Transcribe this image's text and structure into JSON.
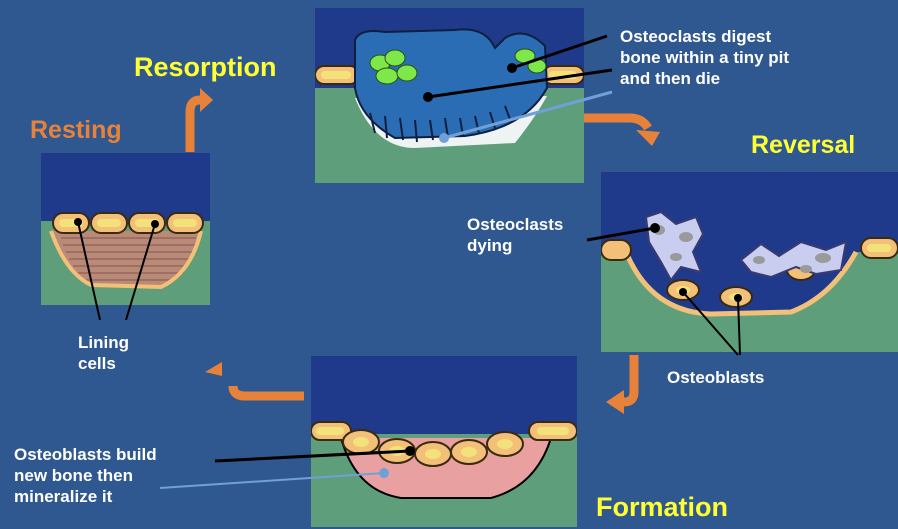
{
  "phases": {
    "resorption": "Resorption",
    "resting": "Resting",
    "reversal": "Reversal",
    "formation": "Formation"
  },
  "labels": {
    "osteoclasts_digest": "Osteoclasts digest bone within a tiny pit and then die",
    "osteoclasts_digest_lines": [
      "Osteoclasts digest",
      "bone within a tiny pit",
      "and then die"
    ],
    "osteoclasts_dying_lines": [
      "Osteoclasts",
      "dying"
    ],
    "osteoblasts": "Osteoblasts",
    "lining_cells_lines": [
      "Lining",
      "cells"
    ],
    "osteoblasts_build_lines": [
      "Osteoblasts build",
      "new bone then",
      "mineralize it"
    ]
  },
  "colors": {
    "background": "#2f5790",
    "title_yellow": "#ffff33",
    "title_orange": "#e8823a",
    "arrow_orange": "#e8823a",
    "panel_top": "#1f3a8a",
    "bone_green": "#5f9e7a",
    "lining_cell": "#f2c078",
    "nucleus": "#f3e27a",
    "osteoclast_blue": "#2a6db5",
    "green_nuclei": "#7ee84a",
    "dying_osteoclast": "#c9cdf0",
    "new_bone": "#e9a0a0",
    "pointer_black": "#000000",
    "pointer_blue": "#6fa0d8"
  }
}
